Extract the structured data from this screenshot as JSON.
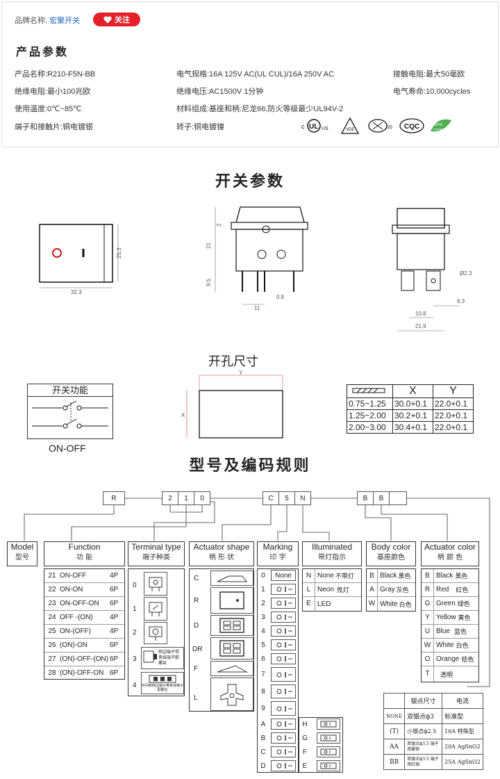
{
  "header": {
    "brand_label": "品牌名称:",
    "brand_value": "宏聚开关",
    "follow_label": "关注",
    "section_title": "产品参数"
  },
  "specs": [
    {
      "text": "产品名称:R210-F5N-BB"
    },
    {
      "text": "电气规格:16A  125V  AC(UL CUL)/16A 250V  AC"
    },
    {
      "text": "接触电阻:最大50毫欧"
    },
    {
      "text": "绝缘电阻:最小100兆欧"
    },
    {
      "text": "绝缘电压:AC1500V 1分钟"
    },
    {
      "text": "电气寿命:10,000cycles"
    },
    {
      "text": "使用温度:0℃~85℃"
    },
    {
      "text": "材料组成:基座和柄:尼龙66,防火等级最少UL94V-2"
    },
    {
      "text": "端子和接触片:铜电镀银"
    },
    {
      "text": "转子:铜电镀镍"
    }
  ],
  "certs": [
    {
      "label": "c UL us"
    },
    {
      "label": "VDE"
    },
    {
      "label": "ENEC 10"
    },
    {
      "label": "CQC"
    },
    {
      "label": "RoHS Compliant"
    }
  ],
  "switch_params": {
    "title": "开关参数",
    "dims": {
      "front_w": "32.3",
      "front_h": "25.3",
      "side_top": "2",
      "side_h": "21",
      "side_pin": "9.5",
      "side_w": "11",
      "side_pin_w": "0.8",
      "back_hole": "Ø2.3",
      "back_d1": "6.3",
      "back_d2": "10.8",
      "back_d3": "21.9"
    }
  },
  "cutout": {
    "title": "开孔尺寸",
    "x_label": "X",
    "y_label": "Y",
    "table_headers": [
      "X",
      "Y"
    ],
    "rows": [
      [
        "0.75~1.25",
        "30.0+0.1",
        "22.0+0.1"
      ],
      [
        "1.25~2.00",
        "30.2+0.1",
        "22.0+0.1"
      ],
      [
        "2.00~3.00",
        "30.4+0.1",
        "22.0+0.1"
      ]
    ]
  },
  "function_box": {
    "title": "开关功能",
    "caption": "ON-OFF"
  },
  "coding": {
    "title": "型号及编码规则",
    "code_boxes": [
      "R",
      "2",
      "1",
      "0",
      "C",
      "5",
      "N",
      "B",
      "B",
      ""
    ],
    "columns": {
      "model": {
        "en": "Model",
        "cn": "型号"
      },
      "function": {
        "en": "Function",
        "cn": "功  能"
      },
      "terminal": {
        "en": "Terminal type",
        "cn": "端子种类"
      },
      "actuator": {
        "en": "Actuator shape",
        "cn": "柄 形 状"
      },
      "marking": {
        "en": "Marking",
        "cn": "印  字"
      },
      "illum": {
        "en": "Illuminated",
        "cn": "带灯指示"
      },
      "body": {
        "en": "Body color",
        "cn": "基座颜色"
      },
      "actcolor": {
        "en": "Actuator color",
        "cn": "柄 颜 色"
      }
    },
    "functions": [
      {
        "code": "21",
        "name": "ON-OFF",
        "pin": "4P"
      },
      {
        "code": "22",
        "name": "ON-ON",
        "pin": "6P"
      },
      {
        "code": "23",
        "name": "ON-OFF-ON",
        "pin": "6P"
      },
      {
        "code": "24",
        "name": "OFF -(ON)",
        "pin": "4P"
      },
      {
        "code": "25",
        "name": "ON-(OFF)",
        "pin": "4P"
      },
      {
        "code": "26",
        "name": "(ON)-ON",
        "pin": "6P"
      },
      {
        "code": "27",
        "name": "(ON)-OFF-(ON)",
        "pin": "6P"
      },
      {
        "code": "28",
        "name": "(ON)-OFF-ON",
        "pin": "6P"
      }
    ],
    "terminals": [
      {
        "code": "0",
        "note": ""
      },
      {
        "code": "1",
        "note": ""
      },
      {
        "code": "2",
        "note": ""
      },
      {
        "code": "3",
        "note": "侧边端子带夹线端子配螺丝"
      },
      {
        "code": "4",
        "note": "中间和侧边端子带夹线端子配螺丝"
      }
    ],
    "actuators": [
      "C",
      "R",
      "D",
      "DR",
      "F",
      "L"
    ],
    "markings": [
      {
        "code": "0",
        "label": "None"
      },
      {
        "code": "1",
        "label": ""
      },
      {
        "code": "2",
        "label": ""
      },
      {
        "code": "3",
        "label": ""
      },
      {
        "code": "4",
        "label": ""
      },
      {
        "code": "5",
        "label": ""
      },
      {
        "code": "6",
        "label": ""
      },
      {
        "code": "7",
        "label": ""
      },
      {
        "code": "8",
        "label": ""
      },
      {
        "code": "9",
        "label": ""
      },
      {
        "code": "A",
        "label": ""
      },
      {
        "code": "B",
        "label": ""
      },
      {
        "code": "C",
        "label": ""
      },
      {
        "code": "D",
        "label": ""
      }
    ],
    "markings_extra": [
      "H",
      "G",
      "F",
      "E"
    ],
    "illuminated": [
      {
        "code": "N",
        "en": "None",
        "cn": "不带灯"
      },
      {
        "code": "L",
        "en": "Neon",
        "cn": "氖灯"
      },
      {
        "code": "E",
        "en": "LED",
        "cn": ""
      }
    ],
    "body_colors": [
      {
        "code": "B",
        "en": "Black",
        "cn": "黑色"
      },
      {
        "code": "A",
        "en": "Gray",
        "cn": "灰色"
      },
      {
        "code": "W",
        "en": "White",
        "cn": "白色"
      }
    ],
    "actuator_colors": [
      {
        "code": "B",
        "en": "Black",
        "cn": "黑色"
      },
      {
        "code": "R",
        "en": "Red",
        "cn": "红色"
      },
      {
        "code": "G",
        "en": "Green",
        "cn": "绿色"
      },
      {
        "code": "Y",
        "en": "Yellow",
        "cn": "黄色"
      },
      {
        "code": "U",
        "en": "Blue",
        "cn": "蓝色"
      },
      {
        "code": "W",
        "en": "White",
        "cn": "白色"
      },
      {
        "code": "O",
        "en": "Orange",
        "cn": "桔色"
      },
      {
        "code": "T",
        "en": "",
        "cn": "透明"
      }
    ],
    "current": {
      "headers": [
        "",
        "银点尺寸",
        "电流"
      ],
      "rows": [
        [
          "NONE",
          "双银点ϕ3",
          "标准型"
        ],
        [
          "(T)",
          "小银点ϕ2.5",
          "16A 特殊型"
        ],
        [
          "AA",
          "双银点ϕ3.5 端子用黄铜",
          "20A AgSnO2"
        ],
        [
          "BB",
          "双银点ϕ3.5 端子用红铜",
          "25A AgSnO2"
        ]
      ]
    }
  },
  "colors": {
    "follow_bg": "#e4202b",
    "accent_blue": "#2060c0"
  }
}
